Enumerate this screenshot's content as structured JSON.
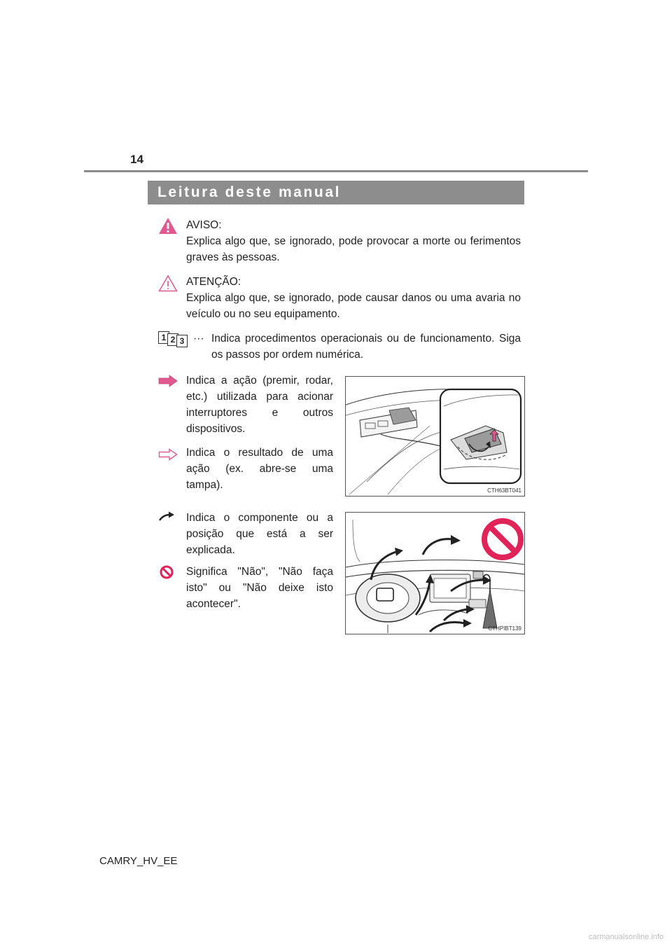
{
  "page": {
    "number": "14",
    "section_title": "Leitura deste manual",
    "footer": "CAMRY_HV_EE",
    "watermark": "carmanualsonline.info"
  },
  "warning": {
    "icon": "warning-filled-triangle-icon",
    "title": "AVISO:",
    "text": "Explica algo que, se ignorado, pode provocar a morte ou ferimentos graves às pessoas."
  },
  "caution": {
    "icon": "warning-outline-triangle-icon",
    "title": "ATENÇÃO:",
    "text": "Explica algo que, se ignorado, pode causar danos ou uma avaria no veículo ou no seu equipamento."
  },
  "steps": {
    "icon": "numbered-steps-icon",
    "digits": [
      "1",
      "2",
      "3"
    ],
    "ellipsis": "···",
    "text": "Indica procedimentos operacionais ou de funcionamento. Siga os passos por ordem numérica."
  },
  "action_arrow": {
    "icon": "pink-filled-arrow-icon",
    "text": "Indica a ação (premir, rodar, etc.) utilizada para acionar interruptores e outros dispositivos."
  },
  "result_arrow": {
    "icon": "outline-arrow-icon",
    "text": "Indica o resultado de uma ação (ex. abre-se uma tampa)."
  },
  "component_arrow": {
    "icon": "curved-pointer-arrow-icon",
    "text": "Indica o componente ou a posição que está a ser explicada."
  },
  "prohibited": {
    "icon": "prohibited-circle-icon",
    "text": "Significa \"Não\", \"Não faça isto\" ou \"Não deixe isto acontecer\"."
  },
  "figures": [
    {
      "code": "CTH63BT041"
    },
    {
      "code": "CTHPIBT139"
    }
  ],
  "colors": {
    "section_bar": "#8d8d8d",
    "accent_pink": "#e0598f",
    "prohibit_red": "#e0245a"
  }
}
